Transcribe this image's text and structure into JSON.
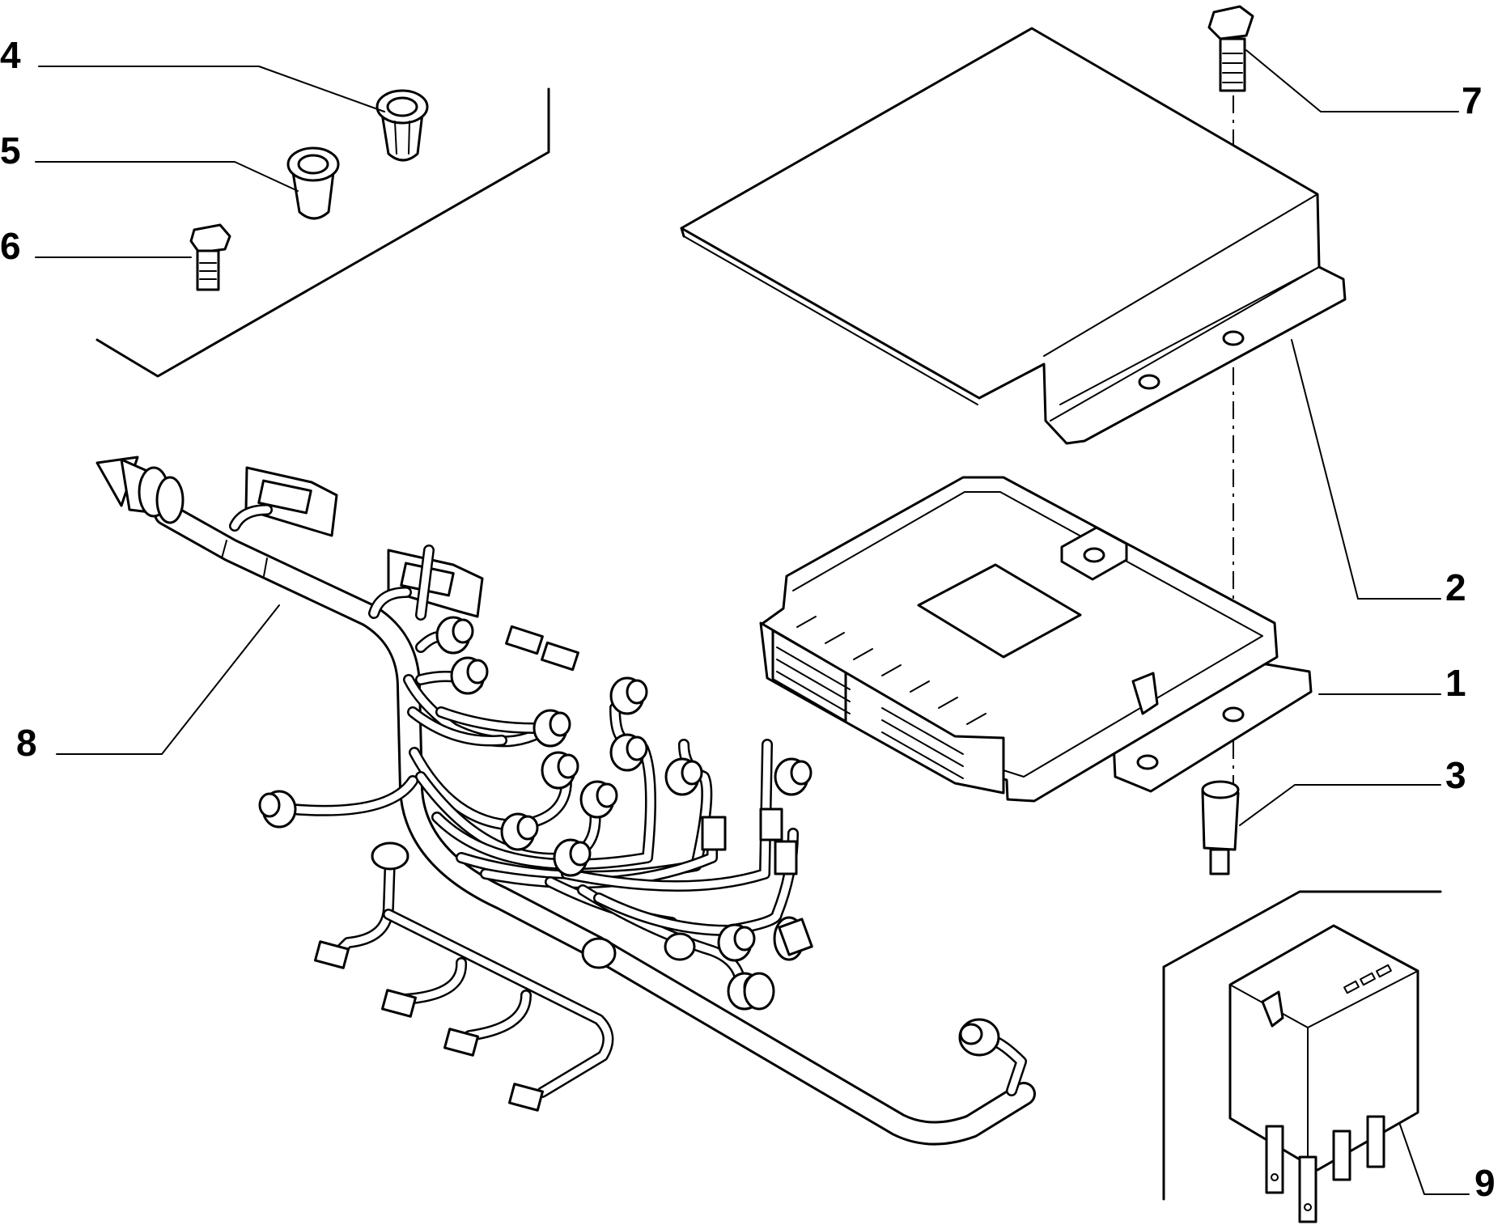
{
  "diagram": {
    "callouts": [
      {
        "id": "4",
        "label": "4"
      },
      {
        "id": "5",
        "label": "5"
      },
      {
        "id": "6",
        "label": "6"
      },
      {
        "id": "7",
        "label": "7"
      },
      {
        "id": "2",
        "label": "2"
      },
      {
        "id": "1",
        "label": "1"
      },
      {
        "id": "8",
        "label": "8"
      },
      {
        "id": "3",
        "label": "3"
      },
      {
        "id": "9",
        "label": "9"
      }
    ],
    "parts": [
      {
        "callout": "1",
        "icon": "control-unit-icon"
      },
      {
        "callout": "2",
        "icon": "mounting-bracket-icon"
      },
      {
        "callout": "3",
        "icon": "spacer-icon"
      },
      {
        "callout": "4",
        "icon": "rubber-grommet-icon"
      },
      {
        "callout": "5",
        "icon": "rubber-grommet-icon"
      },
      {
        "callout": "6",
        "icon": "bolt-icon"
      },
      {
        "callout": "7",
        "icon": "bolt-icon"
      },
      {
        "callout": "8",
        "icon": "wiring-harness-icon"
      },
      {
        "callout": "9",
        "icon": "relay-icon"
      }
    ],
    "colors": {
      "line": "#000000",
      "background": "#ffffff"
    }
  }
}
